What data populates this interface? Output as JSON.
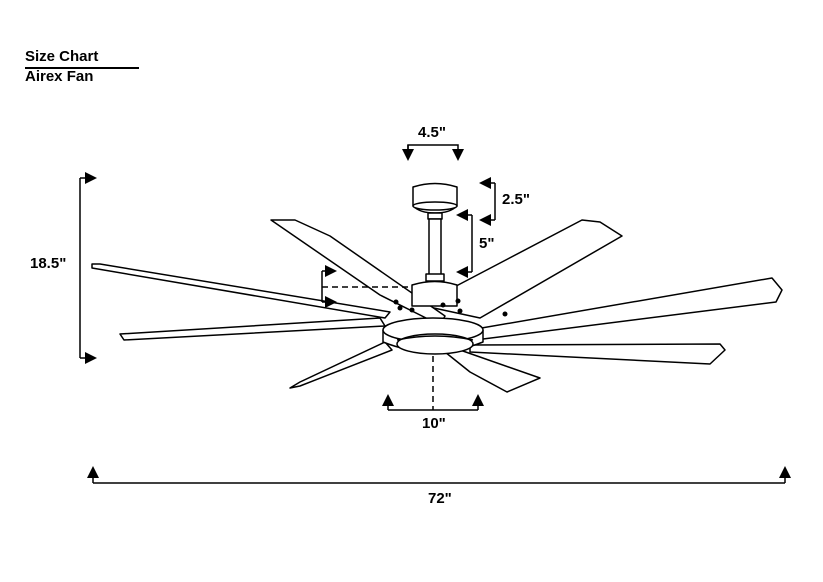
{
  "header": {
    "title": "Size Chart",
    "subtitle": "Airex Fan"
  },
  "dimensions": {
    "canopy_width": "4.5\"",
    "canopy_height": "2.5\"",
    "downrod": "5\"",
    "overall_height": "18.5\"",
    "light_diameter": "10\"",
    "blade_span": "72\""
  }
}
